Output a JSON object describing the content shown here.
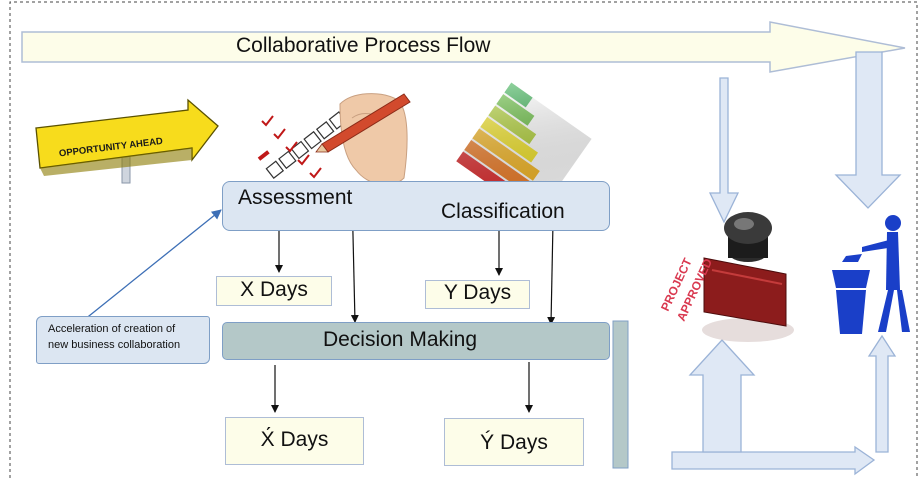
{
  "title": "Collaborative Process Flow",
  "sign_text": "OPPORTUNITY AHEAD",
  "nodes": {
    "assessment": "Assessment",
    "classification": "Classification",
    "x_days": "X Days",
    "y_days": "Y Days",
    "decision": "Decision Making",
    "x_days_final": "X́ Days",
    "y_days_final": "Ý Days"
  },
  "note": {
    "line1": "Acceleration of creation of",
    "line2": "new business collaboration"
  },
  "stamp_text": {
    "line1": "PROJECT",
    "line2": "APPROVED"
  },
  "icons": [
    "opportunity-sign-icon",
    "checklist-pencil-icon",
    "energy-rating-icon",
    "approval-stamp-icon",
    "trash-bin-icon"
  ],
  "colors": {
    "banner_fill": "#fdfde9",
    "banner_stroke": "#aebdd6",
    "process_fill": "#dce6f2",
    "process_stroke": "#7f9fc6",
    "decision_fill": "#b4c8c8",
    "days_fill": "#fdfde9",
    "flow_arrow_fill": "#dfe8f5",
    "trash_blue": "#1a3fc8",
    "stamp_red": "#d9384f"
  }
}
